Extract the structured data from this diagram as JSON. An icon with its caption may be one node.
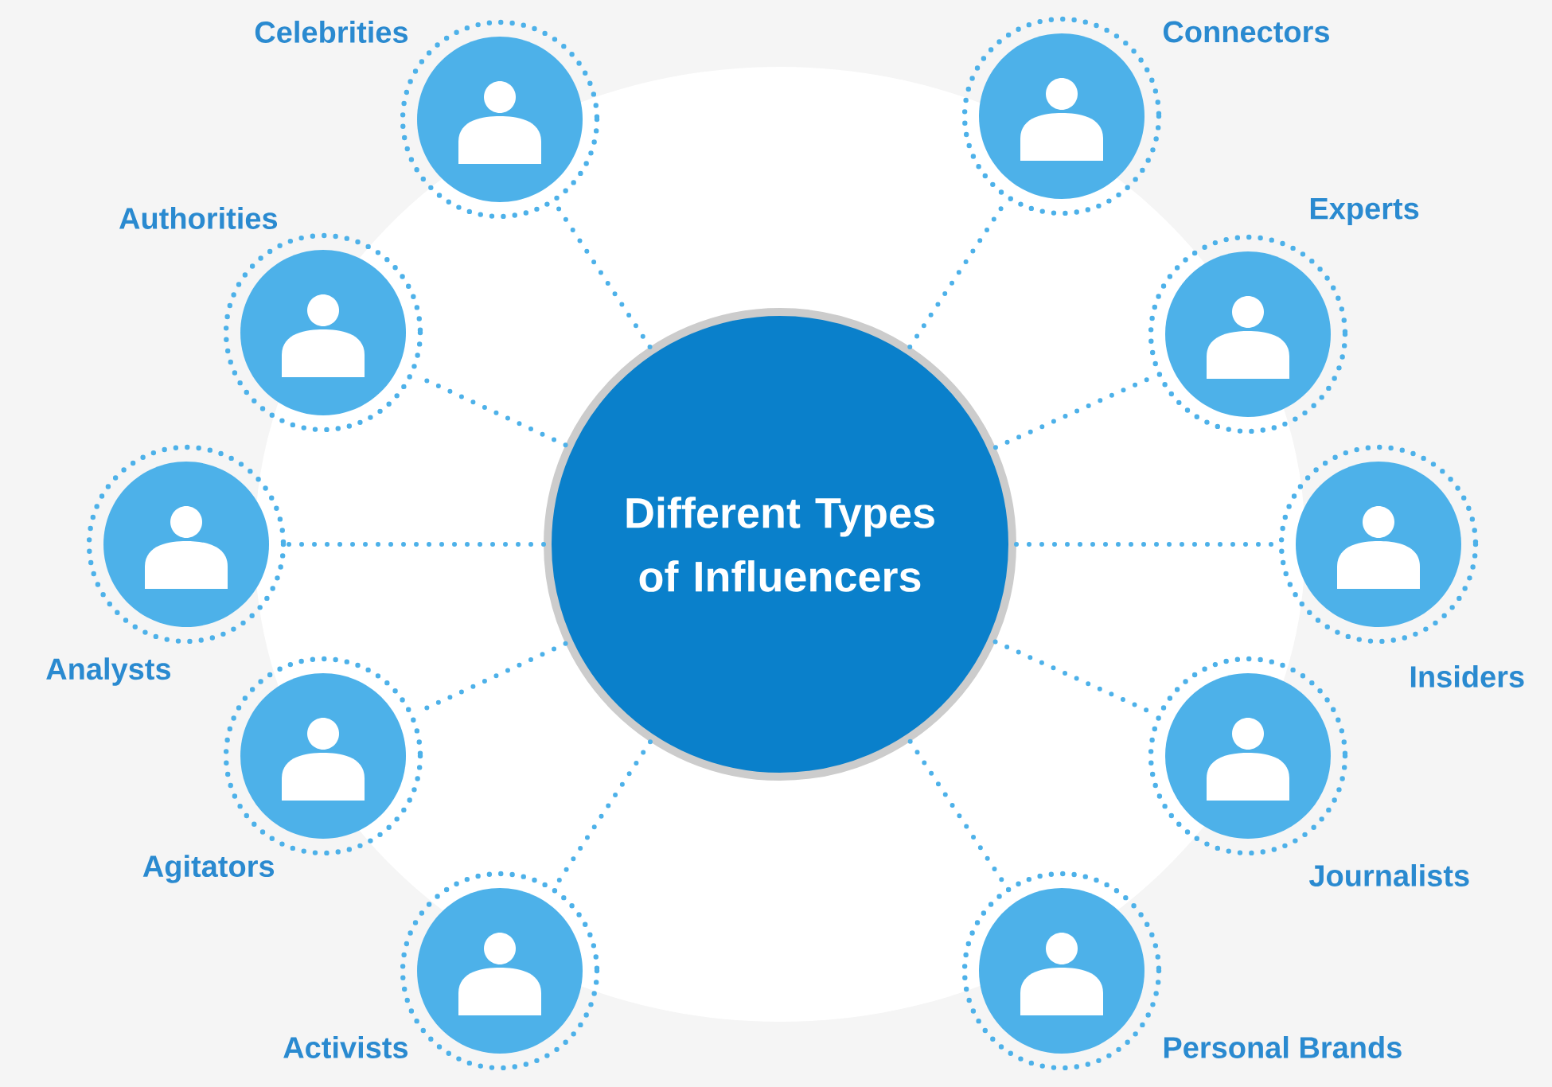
{
  "diagram": {
    "nodes": [
      {
        "text": [
          "Different Types of Influencers"
        ]
      },
      {
        "text": [
          "Celebrities"
        ]
      },
      {
        "text": [
          "Authorities"
        ]
      },
      {
        "text": [
          "Analysts"
        ]
      },
      {
        "text": [
          "Agitators"
        ]
      },
      {
        "text": [
          "Activists"
        ]
      },
      {
        "text": [
          "Connectors"
        ]
      },
      {
        "text": [
          "Experts"
        ]
      },
      {
        "text": [
          "Insiders"
        ]
      },
      {
        "text": [
          "Journalists"
        ]
      },
      {
        "text": [
          "Personal Brands"
        ]
      }
    ],
    "edges": [
      {
        "from": 0,
        "to": 1,
        "arrow": "none"
      },
      {
        "from": 0,
        "to": 2,
        "arrow": "none"
      },
      {
        "from": 0,
        "to": 3,
        "arrow": "none"
      },
      {
        "from": 0,
        "to": 4,
        "arrow": "none"
      },
      {
        "from": 0,
        "to": 5,
        "arrow": "none"
      },
      {
        "from": 0,
        "to": 6,
        "arrow": "none"
      },
      {
        "from": 0,
        "to": 7,
        "arrow": "none"
      },
      {
        "from": 0,
        "to": 8,
        "arrow": "none"
      },
      {
        "from": 0,
        "to": 9,
        "arrow": "none"
      },
      {
        "from": 0,
        "to": 10,
        "arrow": "none"
      }
    ]
  }
}
